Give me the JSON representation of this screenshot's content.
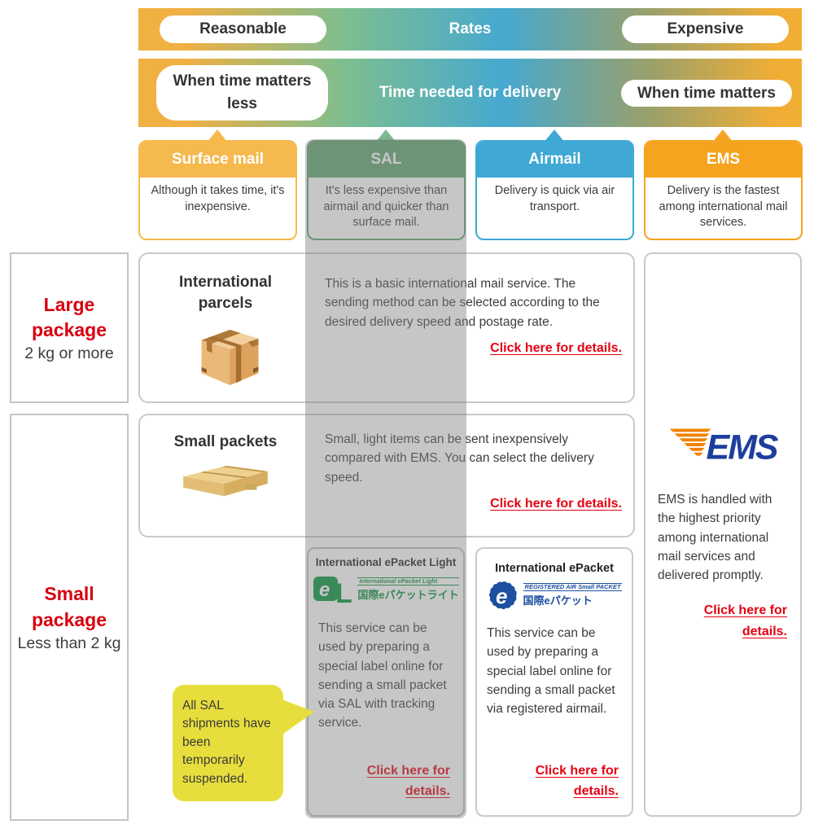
{
  "colors": {
    "surface_orange": "#F5B94E",
    "sal_green": "#5FA571",
    "airmail_blue": "#3FA8D5",
    "ems_orange": "#F5A41F",
    "link_red": "#E50012",
    "label_red": "#D7000F",
    "notice_yellow": "#E7DE3D",
    "epacket_light_green": "#00913A",
    "epacket_blue": "#1C50A0",
    "ems_logo_blue": "#1C3E9E",
    "ems_logo_stripe_orange": "#F08300"
  },
  "legend": {
    "rates": {
      "left_pill": "Reasonable",
      "center": "Rates",
      "right_pill": "Expensive"
    },
    "time": {
      "left_pill": "When time matters less",
      "center": "Time needed for delivery",
      "right_pill": "When time matters"
    }
  },
  "columns": [
    {
      "label": "Surface mail",
      "description": "Although it takes time, it's inexpensive."
    },
    {
      "label": "SAL",
      "description": "It's less expensive than airmail and quicker than surface mail."
    },
    {
      "label": "Airmail",
      "description": "Delivery is quick via air transport."
    },
    {
      "label": "EMS",
      "description": "Delivery is the fastest among international mail services."
    }
  ],
  "row_labels": [
    {
      "title": "Large package",
      "subtitle": "2 kg or more"
    },
    {
      "title": "Small package",
      "subtitle": "Less than 2 kg"
    }
  ],
  "cells": {
    "international_parcels": {
      "title": "International parcels",
      "description": "This is a basic international mail service. The sending method can be selected according to the desired delivery speed and postage rate.",
      "link": "Click here for details."
    },
    "small_packets": {
      "title": "Small packets",
      "description": "Small, light items can be sent inexpensively compared with EMS. You can select the delivery speed.",
      "link": "Click here for details."
    },
    "epacket_light": {
      "title": "International ePacket Light",
      "logo_mark_e": "e",
      "logo_mark_l": "L",
      "logo_caption": "International ePacket Light",
      "logo_japanese": "国際eパケットライト",
      "description": "This service can be used by preparing a special label online for sending a small packet via SAL with tracking service.",
      "link": "Click here for details."
    },
    "epacket": {
      "title": "International ePacket",
      "logo_mark_e": "e",
      "logo_caption": "REGISTERED AIR Small PACKET",
      "logo_japanese": "国際eパケット",
      "description": "This service can be used by preparing a special label online for sending a small packet via registered airmail.",
      "link": "Click here for details."
    },
    "ems": {
      "logo_text": "EMS",
      "description": "EMS is handled with the highest priority among international mail services and delivered promptly.",
      "link": "Click here for details."
    }
  },
  "notice": "All SAL shipments have been temporarily suspended."
}
